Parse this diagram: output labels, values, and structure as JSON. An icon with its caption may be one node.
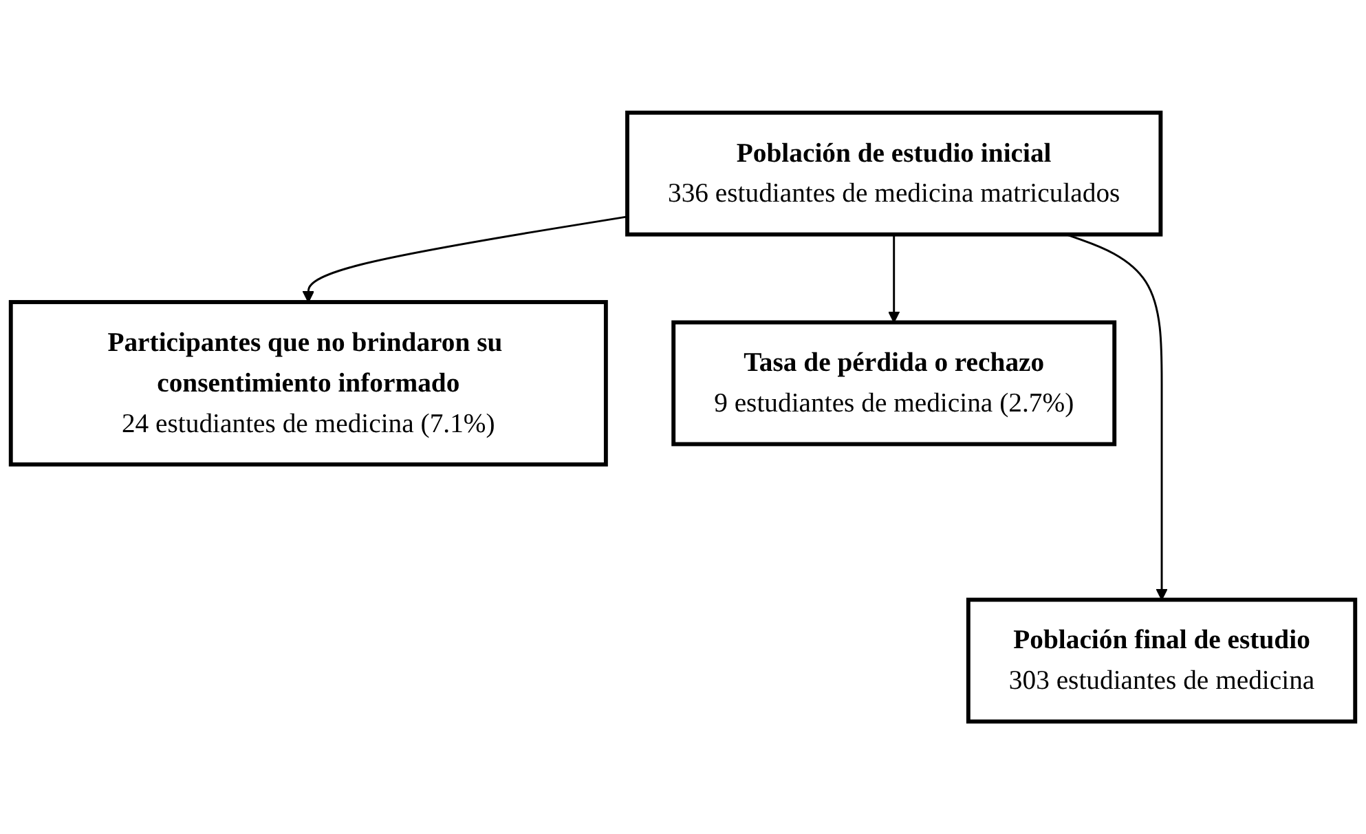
{
  "diagram": {
    "nodes": [
      {
        "text": [
          "Población de estudio inicial",
          "336 estudiantes de medicina matriculados"
        ]
      },
      {
        "text": [
          "Participantes que no brindaron su consentimiento informado",
          "24 estudiantes de medicina (7.1%)"
        ]
      },
      {
        "text": [
          "Tasa de pérdida o rechazo",
          "9 estudiantes de medicina (2.7%)"
        ]
      },
      {
        "text": [
          "Población final de estudio",
          "303 estudiantes de medicina"
        ]
      }
    ],
    "edges": [
      {
        "from": 0,
        "to": 1,
        "arrow": "to"
      },
      {
        "from": 0,
        "to": 2,
        "arrow": "to"
      },
      {
        "from": 0,
        "to": 3,
        "arrow": "to"
      }
    ]
  }
}
